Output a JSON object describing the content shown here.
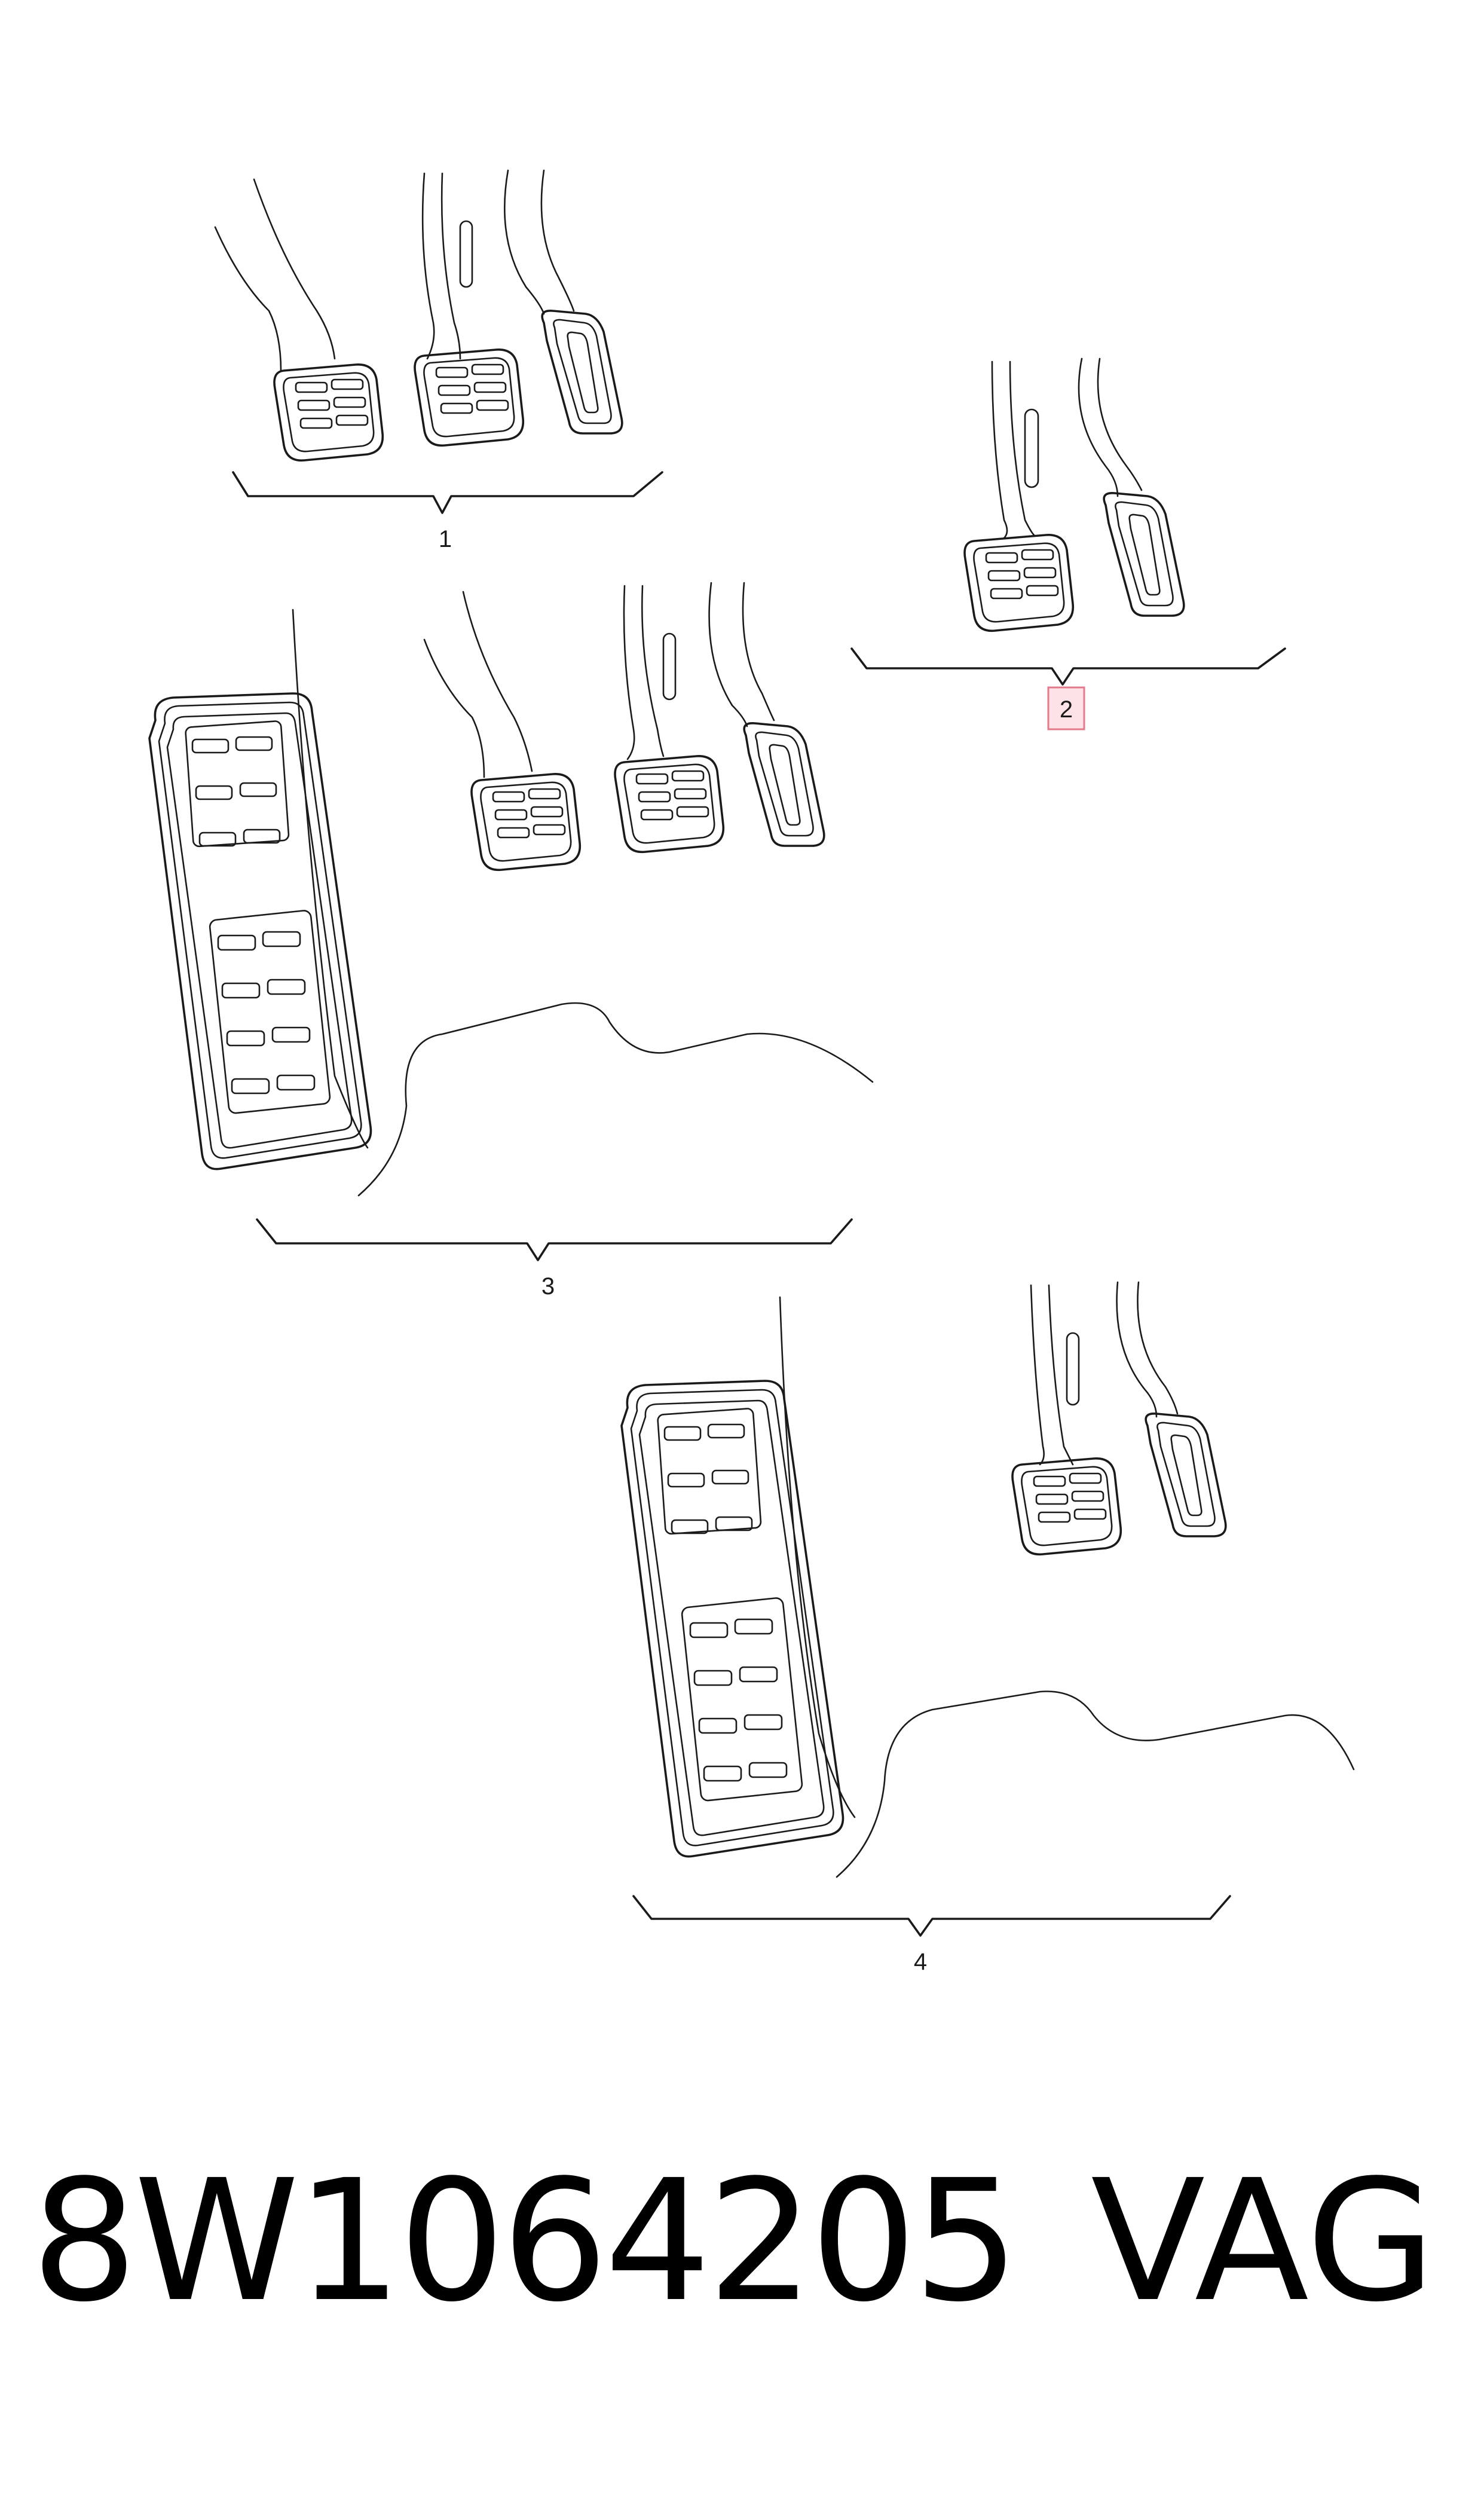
{
  "diagram": {
    "callouts": [
      {
        "id": "callout-1",
        "label": "1"
      },
      {
        "id": "callout-2",
        "label": "2",
        "highlighted": true
      },
      {
        "id": "callout-3",
        "label": "3"
      },
      {
        "id": "callout-4",
        "label": "4"
      }
    ],
    "highlight_color": "#fde2e7"
  },
  "footer": {
    "part_number": "8W1064205",
    "brand": "VAG"
  }
}
